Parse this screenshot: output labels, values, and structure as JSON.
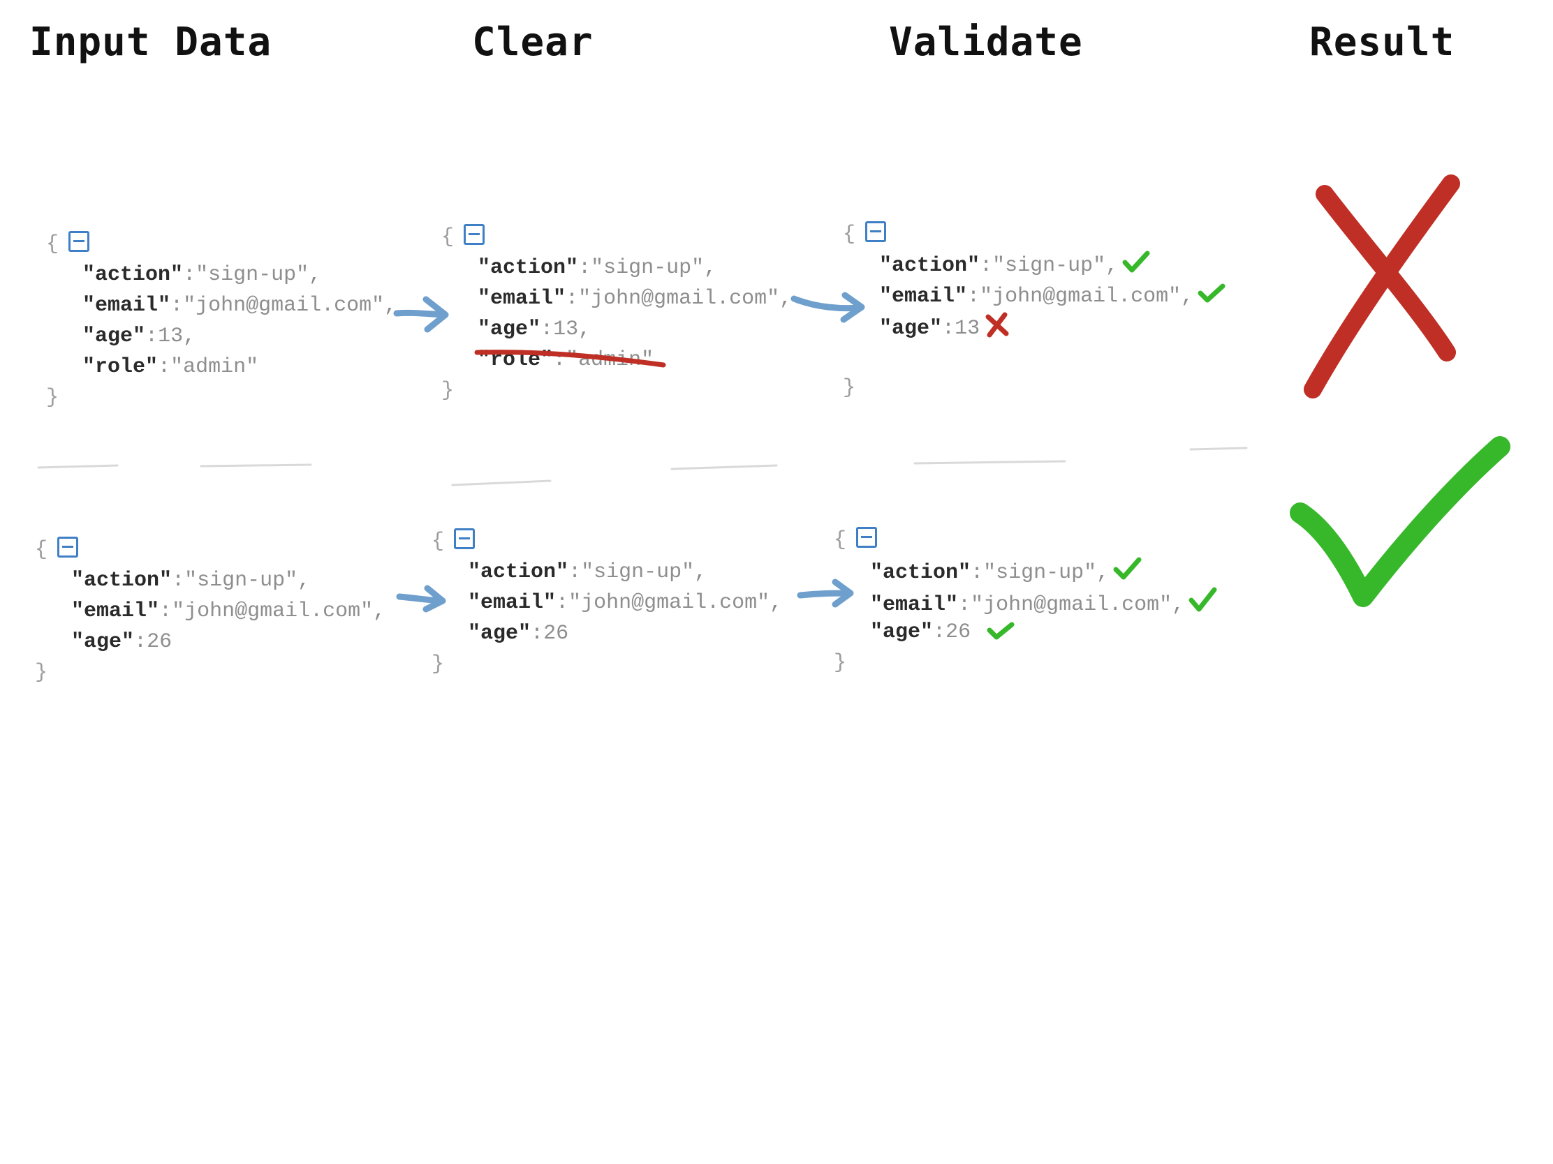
{
  "headers": {
    "input": "Input Data",
    "clear": "Clear",
    "validate": "Validate",
    "result": "Result"
  },
  "json": {
    "keys": {
      "action": "action",
      "email": "email",
      "age": "age",
      "role": "role"
    },
    "values": {
      "action": "sign-up",
      "email": "john@gmail.com",
      "role": "admin",
      "age_row1": "13",
      "age_row2": "26"
    },
    "open_brace": "{",
    "close_brace": "}"
  },
  "rows": [
    {
      "input_has_role": true,
      "validation": [
        "valid",
        "valid",
        "invalid"
      ],
      "result": "rejected"
    },
    {
      "input_has_role": false,
      "validation": [
        "valid",
        "valid",
        "valid"
      ],
      "result": "accepted"
    }
  ],
  "colors": {
    "arrow": "#6f9fcc",
    "valid": "#37b82a",
    "invalid": "#bf2f25",
    "collapse_icon": "#3f7fc6",
    "strike": "#bf2f25"
  }
}
